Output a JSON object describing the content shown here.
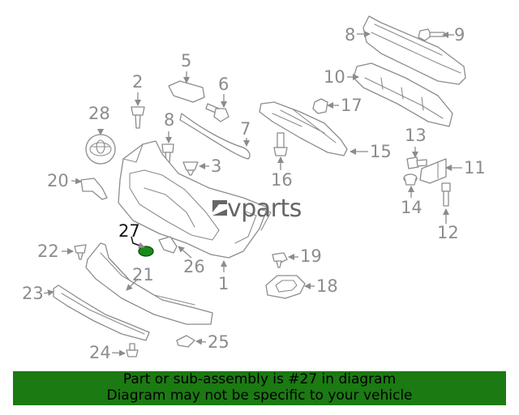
{
  "watermark": "vparts",
  "callouts": [
    "1",
    "2",
    "3",
    "5",
    "6",
    "7",
    "8",
    "9",
    "10",
    "11",
    "12",
    "13",
    "14",
    "15",
    "16",
    "17",
    "18",
    "19",
    "20",
    "21",
    "22",
    "23",
    "24",
    "25",
    "26",
    "27",
    "28"
  ],
  "highlight": {
    "part": "27",
    "color": "#1a8a1a"
  },
  "banner": {
    "line1": "Part or sub-assembly is #27 in diagram",
    "line2": "Diagram may not be specific to your vehicle",
    "color": "#1b7a12"
  }
}
